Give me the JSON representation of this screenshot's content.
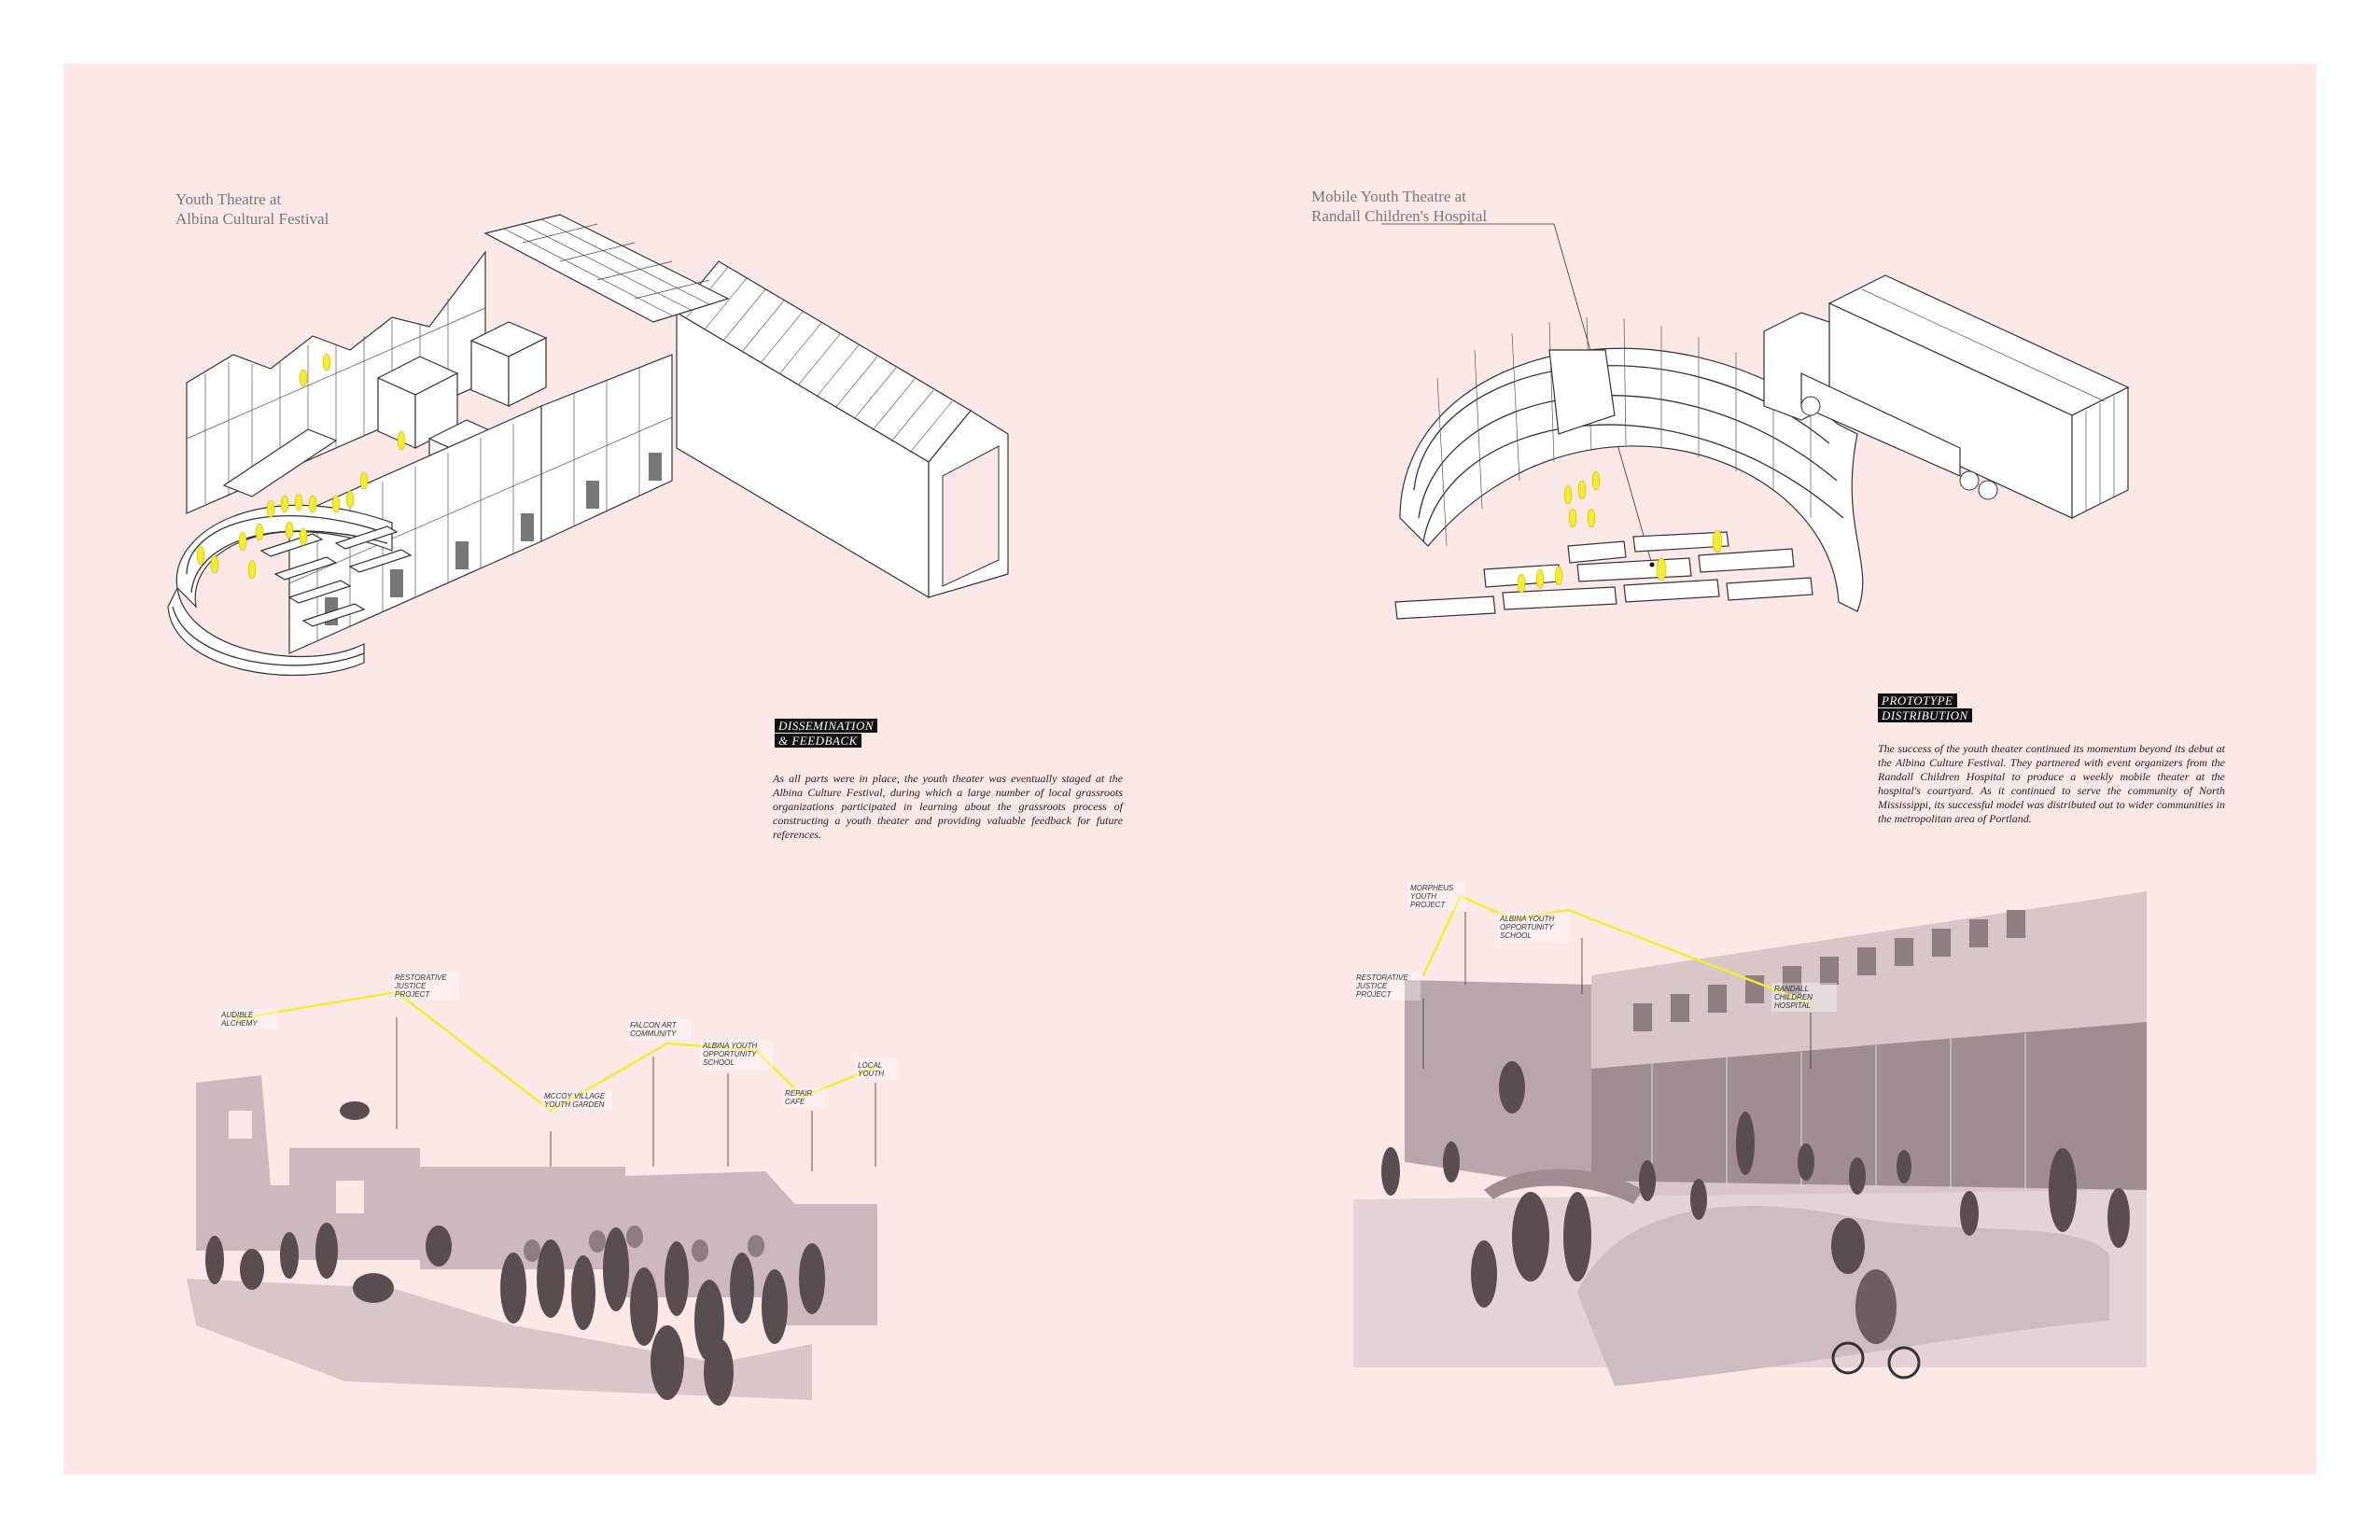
{
  "left": {
    "title_line1": "Youth Theatre at",
    "title_line2": "Albina Cultural Festival",
    "section_tag_line1": "DISSEMINATION",
    "section_tag_line2": "& FEEDBACK",
    "body": "As all parts were in place, the youth theater was eventually staged at the Albina Culture Festival, during which a large number of local grassroots organizations participated in learning about the grassroots process of constructing a youth theater and providing valuable feedback for future references.",
    "labels": {
      "audible": "AUDIBLE ALCHEMY",
      "restorative": "RESTORATIVE JUSTICE PROJECT",
      "mccoy": "McCOY VILLAGE YOUTH GARDEN",
      "falcon": "FALCON ART COMMUNITY",
      "albina": "ALBINA YOUTH OPPORTUNITY SCHOOL",
      "repair": "REPAIR CAFE",
      "local": "LOCAL YOUTH"
    }
  },
  "right": {
    "title_line1": "Mobile Youth Theatre at",
    "title_line2": "Randall Children's Hospital",
    "section_tag_line1": "PROTOTYPE",
    "section_tag_line2": "DISTRIBUTION",
    "body": "The success of the youth theater continued its momentum beyond its debut at the Albina Culture Festival. They partnered with event organizers from the Randall Children Hospital to produce a weekly mobile theater at the hospital's courtyard. As it continued to serve the community of North Mississippi, its successful model was distributed out to wider communities in the metropolitan area of Portland.",
    "labels": {
      "restorative": "RESTORATIVE JUSTICE PROJECT",
      "morpheus": "MORPHEUS YOUTH PROJECT",
      "albina": "ALBINA YOUTH OPPORTUNITY SCHOOL",
      "randall": "RANDALL CHILDREN HOSPITAL"
    }
  },
  "colors": {
    "background": "#fde8e8",
    "accent_yellow": "#f4ec2e",
    "ink": "#333333",
    "photo_tint": "#b9a6aa"
  }
}
